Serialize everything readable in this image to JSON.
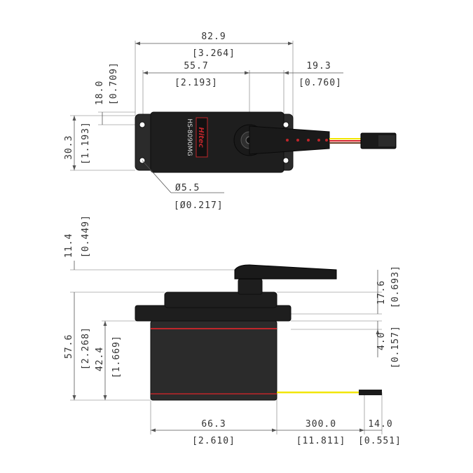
{
  "top_view": {
    "width_overall": "82.9",
    "width_overall_in": "[3.264]",
    "width_body": "55.7",
    "width_body_in": "[2.193]",
    "arm_offset": "19.3",
    "arm_offset_in": "[0.760]",
    "height_flange": "18.0",
    "height_flange_in": "[0.709]",
    "height_body": "30.3",
    "height_body_in": "[1.193]",
    "hole_dia": "Ø5.5",
    "hole_dia_in": "[Ø0.217]",
    "label_model": "HS-8090MG",
    "label_brand": "Hitec"
  },
  "side_view": {
    "arm_height": "11.4",
    "arm_height_in": "[0.449]",
    "horn_height": "17.6",
    "horn_height_in": "[0.693]",
    "flange_thickness": "4.0",
    "flange_thickness_in": "[0.157]",
    "total_height": "57.6",
    "total_height_in": "[2.268]",
    "case_height": "42.4",
    "case_height_in": "[1.669]",
    "case_length": "66.3",
    "case_length_in": "[2.610]",
    "wire_length": "300.0",
    "wire_length_in": "[11.811]",
    "connector_length": "14.0",
    "connector_length_in": "[0.551]"
  },
  "colors": {
    "case": "#2b2b2b",
    "stripe": "#c0262b",
    "wire_yellow": "#f2e600",
    "wire_red": "#d62020",
    "wire_brown": "#6b3b1e"
  }
}
